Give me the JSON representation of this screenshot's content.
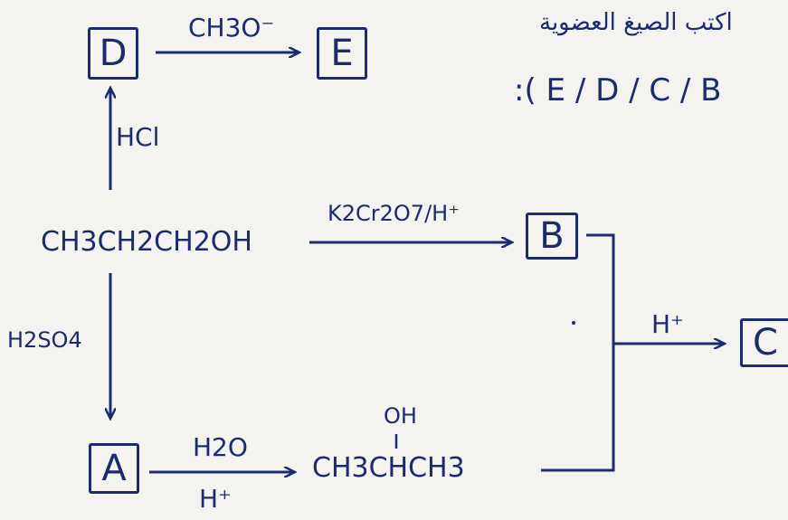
{
  "compounds": {
    "D": "D",
    "E": "E",
    "B": "B",
    "C": "C",
    "A": "A",
    "propanol": "CH3CH2CH2OH",
    "isopropanol_oh": "OH",
    "isopropanol_chain": "CH3CHCH3"
  },
  "reagents": {
    "d_to_e": "CH3O⁻",
    "hcl": "HCl",
    "oxidation": "K2Cr2O7/H⁺",
    "h2so4": "H2SO4",
    "water": "H2O",
    "acid_bottom": "H⁺",
    "acid_to_c": "H⁺"
  },
  "instruction": {
    "line1": "اكتب الصيغ العضوية",
    "line2": ":( E / D / C / B"
  },
  "colors": {
    "ink": "#1c2a6e",
    "paper": "#f4f3ef"
  }
}
